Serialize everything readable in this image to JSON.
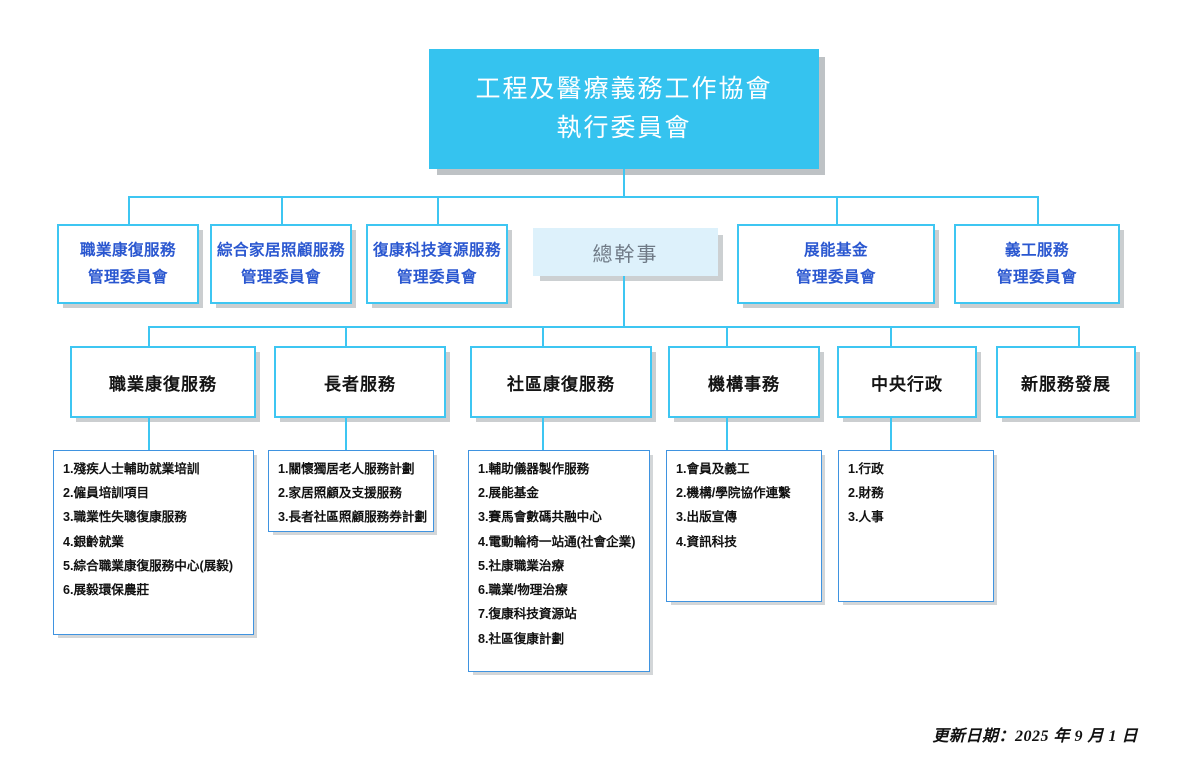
{
  "root": {
    "line1": "工程及醫療義務工作協會",
    "line2": "執行委員會"
  },
  "committees": [
    {
      "line1": "職業康復服務",
      "line2": "管理委員會"
    },
    {
      "line1": "綜合家居照顧服務",
      "line2": "管理委員會"
    },
    {
      "line1": "復康科技資源服務",
      "line2": "管理委員會"
    },
    {
      "line1": "展能基金",
      "line2": "管理委員會"
    },
    {
      "line1": "義工服務",
      "line2": "管理委員會"
    }
  ],
  "director": {
    "label": "總幹事"
  },
  "departments": [
    {
      "label": "職業康復服務"
    },
    {
      "label": "長者服務"
    },
    {
      "label": "社區康復服務"
    },
    {
      "label": "機構事務"
    },
    {
      "label": "中央行政"
    },
    {
      "label": "新服務發展"
    }
  ],
  "lists": [
    {
      "items": [
        "1.殘疾人士輔助就業培訓",
        "2.僱員培訓項目",
        "3.職業性失聰復康服務",
        "4.銀齡就業",
        "5.綜合職業康復服務中心(展毅)",
        "6.展毅環保農莊"
      ]
    },
    {
      "items": [
        "1.關懷獨居老人服務計劃",
        "2.家居照顧及支援服務",
        "3.長者社區照顧服務券計劃"
      ]
    },
    {
      "items": [
        "1.輔助儀器製作服務",
        "2.展能基金",
        "3.賽馬會數碼共融中心",
        "4.電動輪椅一站通(社會企業)",
        "5.社康職業治療",
        "6.職業/物理治療",
        "7.復康科技資源站",
        "8.社區復康計劃"
      ]
    },
    {
      "items": [
        "1.會員及義工",
        "2.機構/學院協作連繫",
        "3.出版宣傳",
        "4.資訊科技"
      ]
    },
    {
      "items": [
        "1.行政",
        "2.財務",
        "3.人事"
      ]
    }
  ],
  "footer": {
    "updated": "更新日期：2025 年 9 月 1 日"
  },
  "colors": {
    "root_fill": "#35c3ef",
    "node_border": "#3ec6f2",
    "committee_text": "#2a57d0",
    "director_fill": "#ddf1fb",
    "director_text": "#6f7a86",
    "list_border": "#3f93e0",
    "connector": "#3ec6f2"
  }
}
